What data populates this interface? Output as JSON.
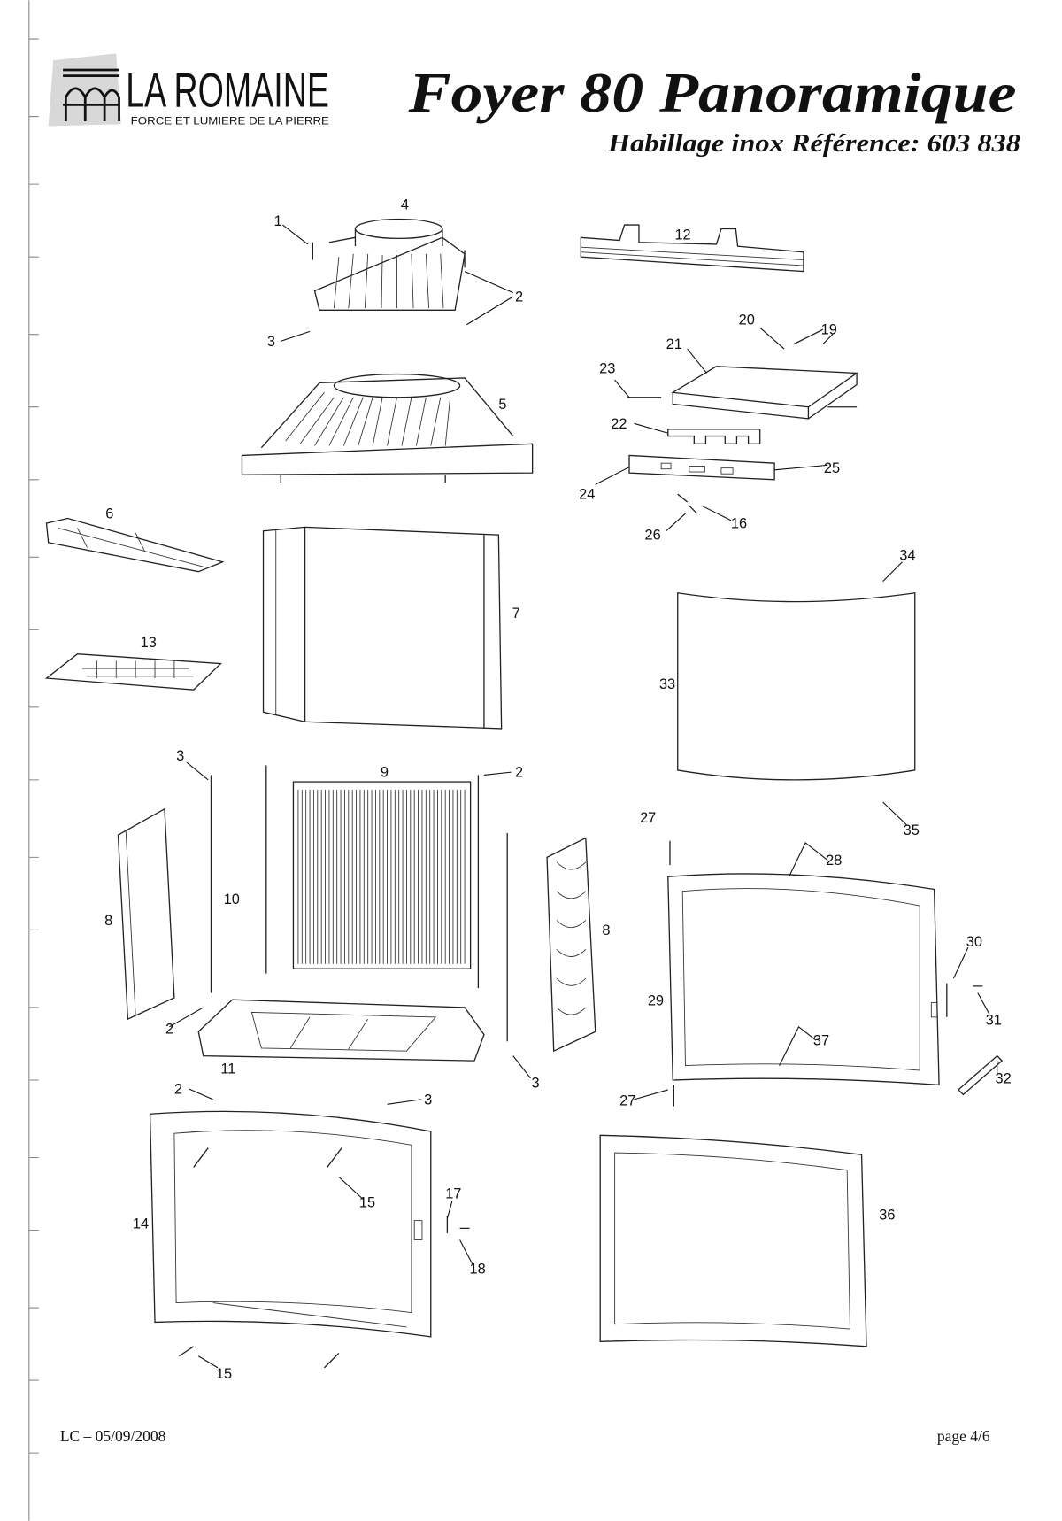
{
  "header": {
    "brand": "LA ROMAINE",
    "tagline": "FORCE ET LUMIERE DE LA PIERRE",
    "title": "Foyer 80 Panoramique",
    "subtitle": "Habillage inox Référence: 603 838"
  },
  "parts": {
    "p1": "1",
    "p4": "4",
    "p2a": "2",
    "p3a": "3",
    "p12": "12",
    "p20": "20",
    "p19": "19",
    "p21": "21",
    "p23": "23",
    "p5": "5",
    "p22": "22",
    "p25": "25",
    "p24": "24",
    "p6": "6",
    "p16": "16",
    "p26": "26",
    "p34": "34",
    "p7": "7",
    "p13": "13",
    "p33": "33",
    "p3b": "3",
    "p9": "9",
    "p2b": "2",
    "p27a": "27",
    "p35": "35",
    "p28": "28",
    "p10": "10",
    "p8a": "8",
    "p8b": "8",
    "p30": "30",
    "p29": "29",
    "p31": "31",
    "p2c": "2",
    "p37": "37",
    "p11": "11",
    "p3c": "3",
    "p32": "32",
    "p2d": "2",
    "p3d": "3",
    "p27b": "27",
    "p17": "17",
    "p15a": "15",
    "p36": "36",
    "p14": "14",
    "p18": "18",
    "p15b": "15"
  },
  "footer": {
    "author_date": "LC – 05/09/2008",
    "page": "page 4/6"
  }
}
